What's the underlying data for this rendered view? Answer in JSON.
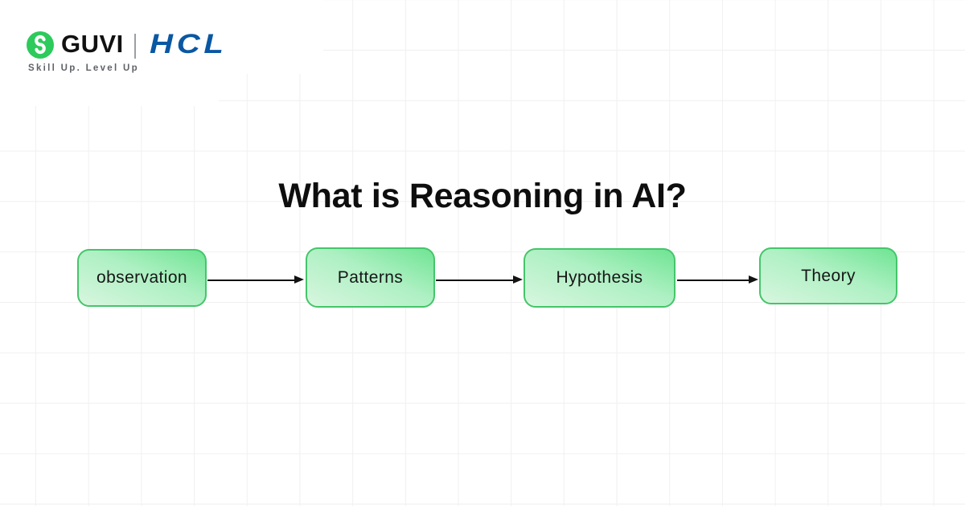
{
  "brand": {
    "guvi_label": "GUVI",
    "hcl_label": "HCL",
    "tagline": "Skill Up. Level Up",
    "icon_name": "guvi-g-icon",
    "guvi_green": "#2dca5c",
    "hcl_blue": "#0a57a3"
  },
  "heading": {
    "title": "What is Reasoning in AI?"
  },
  "flowchart": {
    "nodes": [
      {
        "label": "observation"
      },
      {
        "label": "Patterns"
      },
      {
        "label": "Hypothesis"
      },
      {
        "label": "Theory"
      }
    ],
    "node_fill_light": "#d8f6df",
    "node_fill_dark": "#6fe493",
    "node_border": "#45c56b",
    "arrow_color": "#121212"
  }
}
